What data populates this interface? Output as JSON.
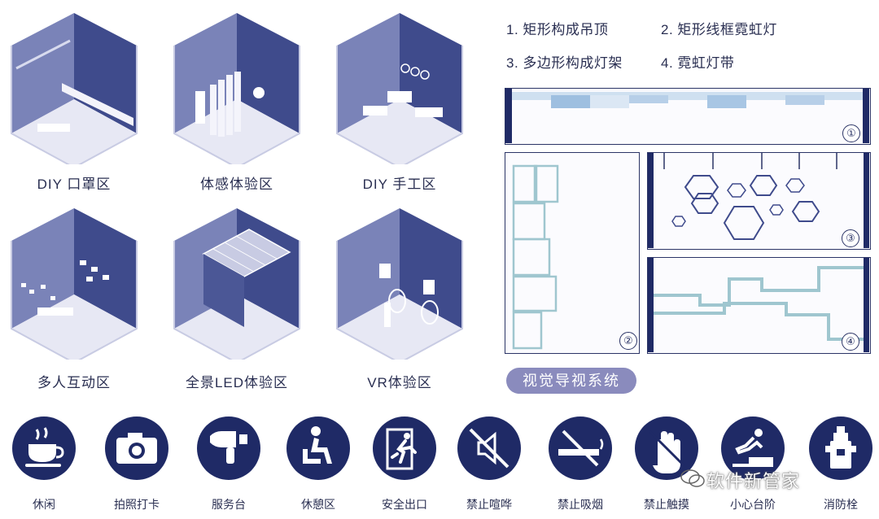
{
  "zones": [
    {
      "label": "DIY 口罩区"
    },
    {
      "label": "体感体验区"
    },
    {
      "label": "DIY 手工区"
    },
    {
      "label": "多人互动区"
    },
    {
      "label": "全景LED体验区"
    },
    {
      "label": "VR体验区"
    }
  ],
  "legend": {
    "item1": "1. 矩形构成吊顶",
    "item2": "2. 矩形线框霓虹灯",
    "item3": "3. 多边形构成灯架",
    "item4": "4. 霓虹灯带"
  },
  "panels": {
    "p1": "①",
    "p2": "②",
    "p3": "③",
    "p4": "④"
  },
  "visual_badge": "视觉导视系统",
  "signs": [
    {
      "label": "休闲",
      "icon": "coffee-cup-icon"
    },
    {
      "label": "拍照打卡",
      "icon": "camera-icon"
    },
    {
      "label": "服务台",
      "icon": "hair-dryer-icon"
    },
    {
      "label": "休憩区",
      "icon": "sitting-person-icon"
    },
    {
      "label": "安全出口",
      "icon": "exit-running-icon"
    },
    {
      "label": "禁止喧哗",
      "icon": "no-noise-icon"
    },
    {
      "label": "禁止吸烟",
      "icon": "no-smoking-icon"
    },
    {
      "label": "禁止触摸",
      "icon": "no-touch-icon"
    },
    {
      "label": "小心台阶",
      "icon": "caution-step-icon"
    },
    {
      "label": "消防栓",
      "icon": "fire-hydrant-icon"
    }
  ],
  "watermark": "软件新管家",
  "colors": {
    "navy": "#1f2a66",
    "wall_dark": "#3f4b8c",
    "wall_mid": "#7a83b8",
    "floor": "#e7e8f4",
    "badge": "#8a8bbd",
    "neon": "#9fc6cf"
  }
}
